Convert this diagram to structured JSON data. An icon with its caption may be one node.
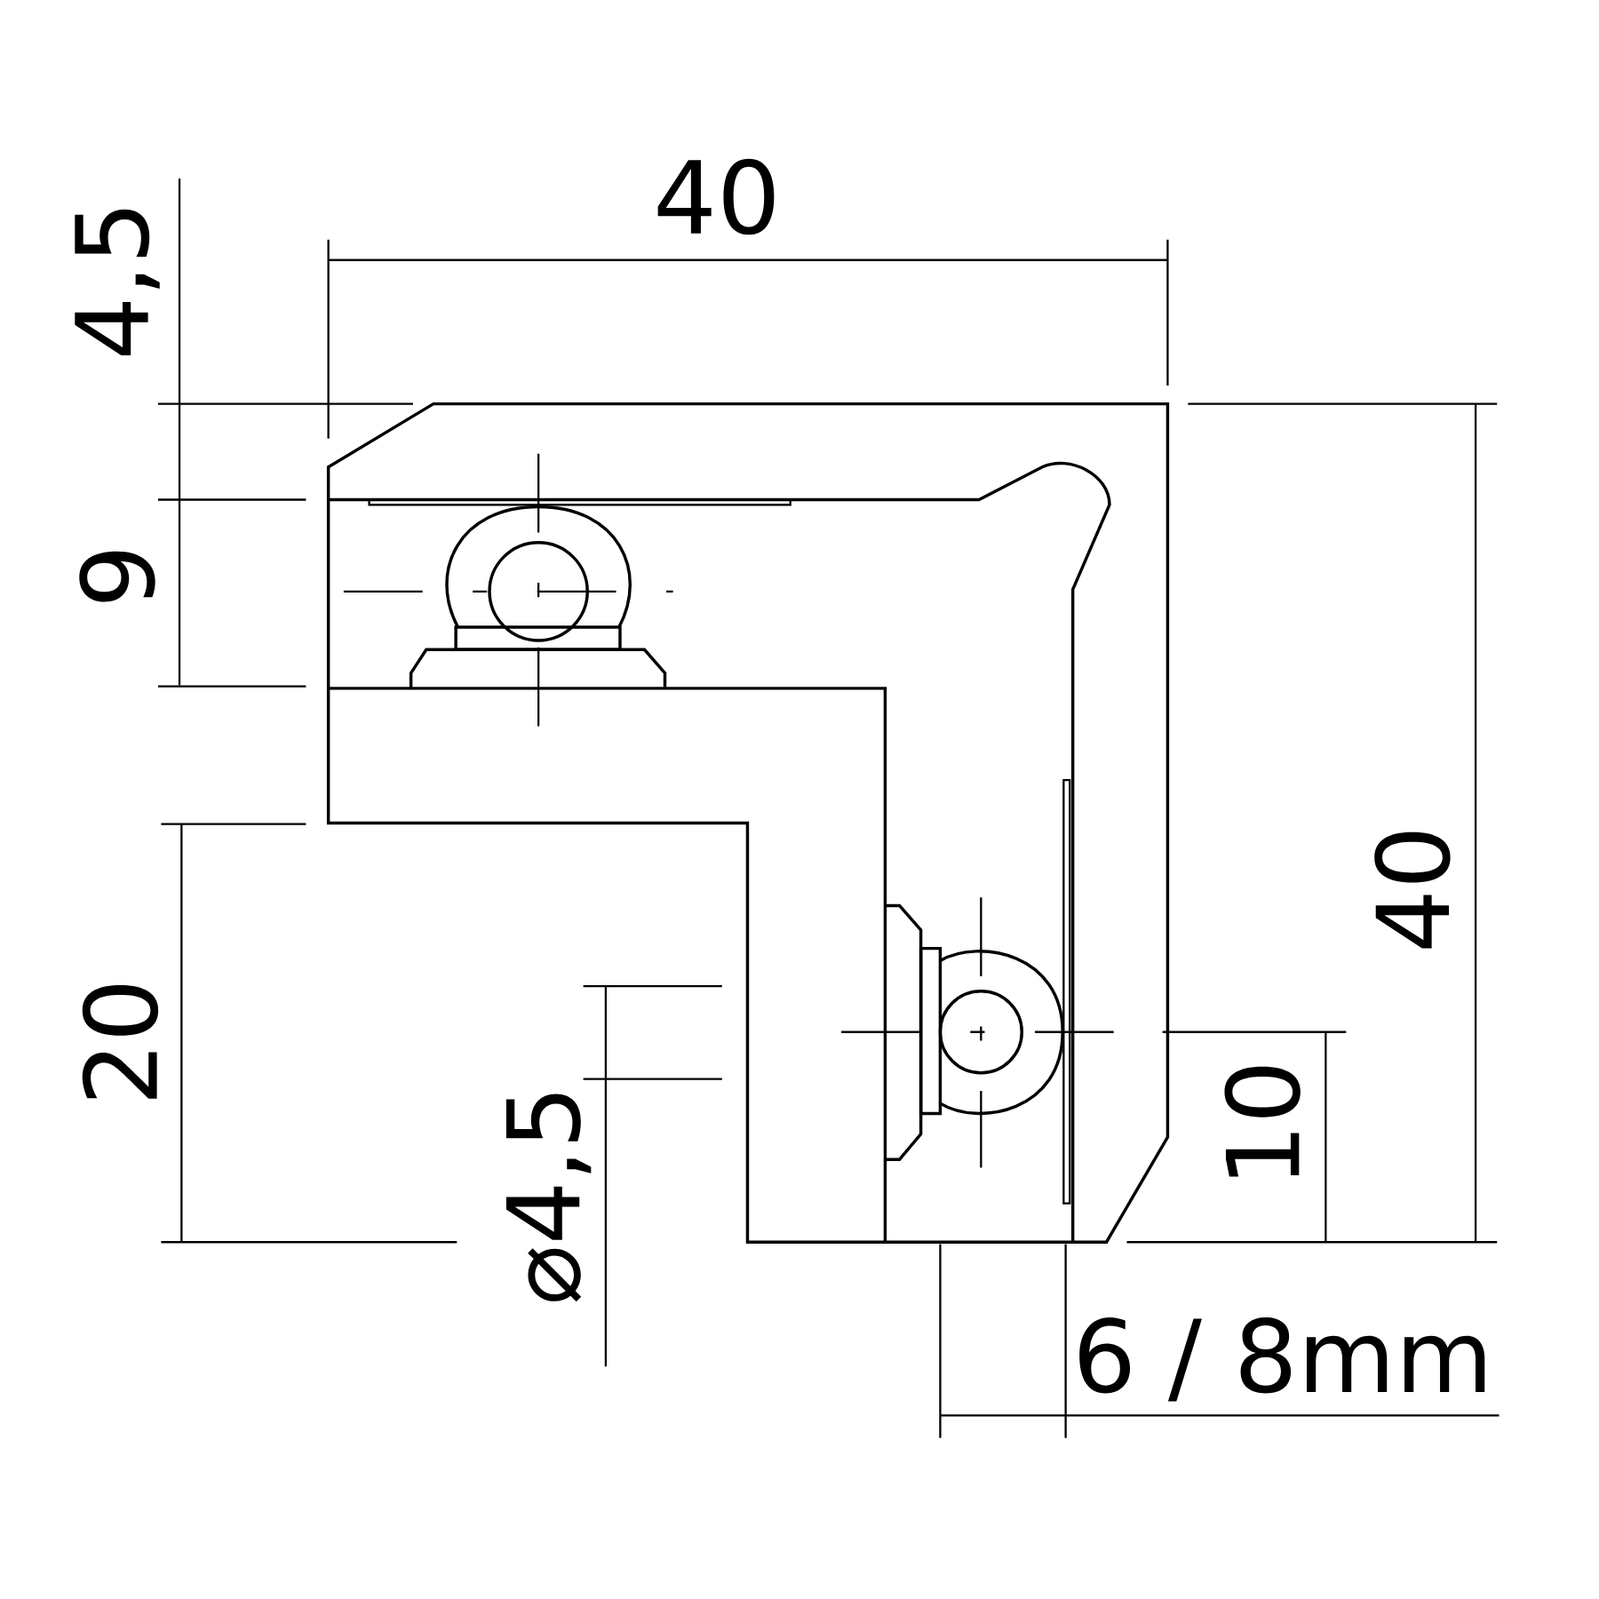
{
  "diagram": {
    "labels": [
      "40",
      "4,5",
      "9",
      "40",
      "20",
      "10",
      "⌀4,5",
      "6 / 8mm"
    ]
  }
}
